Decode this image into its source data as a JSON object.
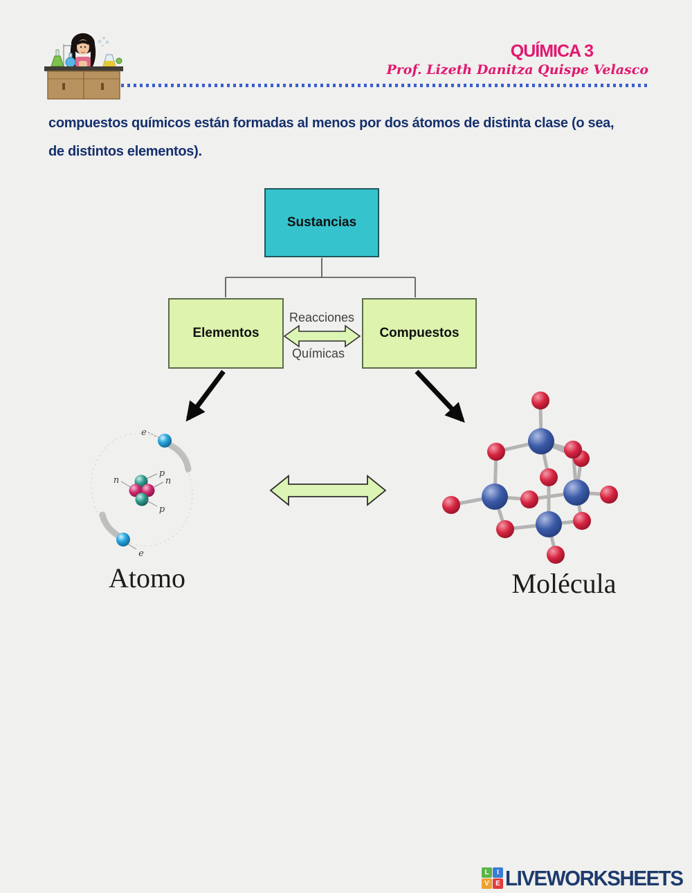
{
  "header": {
    "course_title": "QUÍMICA 3",
    "teacher": "Prof. Lizeth Danitza Quispe Velasco",
    "accent_color": "#e0186f",
    "rule_color": "#3a5fd0"
  },
  "intro": {
    "lines": [
      "compuestos químicos están formadas al menos por dos átomos de distinta clase (o sea,",
      "de distintos elementos)."
    ],
    "text_color": "#16306d"
  },
  "diagram": {
    "root_label": "Sustancias",
    "left_label": "Elementos",
    "right_label": "Compuestos",
    "relation_top": "Reacciones",
    "relation_bottom": "Químicas",
    "atom_caption": "Atomo",
    "molecule_caption": "Molécula",
    "particles": {
      "electron": "e",
      "proton": "p",
      "neutron": "n"
    },
    "colors": {
      "root_fill": "#35c4cd",
      "leaf_fill": "#ddf3ae",
      "arrow_fill": "#dcf5b4",
      "electron_blue": "#2aa7e0",
      "proton_teal": "#2f9b8e",
      "neutron_pink": "#cf2a6e",
      "molecule_blue": "#3c5ba8",
      "molecule_red": "#d62540"
    }
  },
  "footer": {
    "logo_tiles": [
      "L",
      "I",
      "V",
      "E"
    ],
    "logo_text": "LIVEWORKSHEETS",
    "text_color": "#1d3a6d"
  }
}
